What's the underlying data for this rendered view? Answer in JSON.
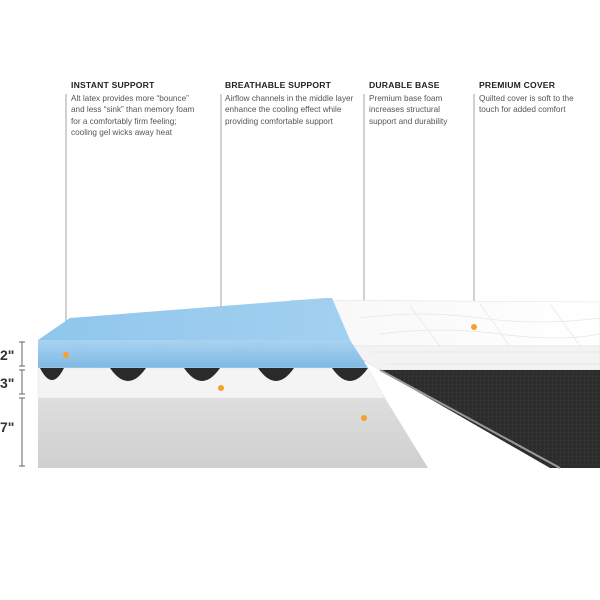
{
  "callouts": [
    {
      "title": "INSTANT SUPPORT",
      "text": "Alt latex provides more “bounce” and less “sink” than memory foam for a comfortably firm feeling; cooling gel wicks away heat"
    },
    {
      "title": "BREATHABLE SUPPORT",
      "text": "Airflow channels in the middle layer enhance the cooling effect while providing comfortable support"
    },
    {
      "title": "DURABLE BASE",
      "text": "Premium base foam increases structural support and durability"
    },
    {
      "title": "PREMIUM COVER",
      "text": "Quilted cover is soft to the touch for added comfort"
    }
  ],
  "dimensions": [
    "2\"",
    "3\"",
    "7\""
  ],
  "colors": {
    "accent": "#f5a12a",
    "gel_layer": "#8dc4e8",
    "base_layer": "#d6d6d6",
    "cover_side": "#2b2b2b"
  }
}
